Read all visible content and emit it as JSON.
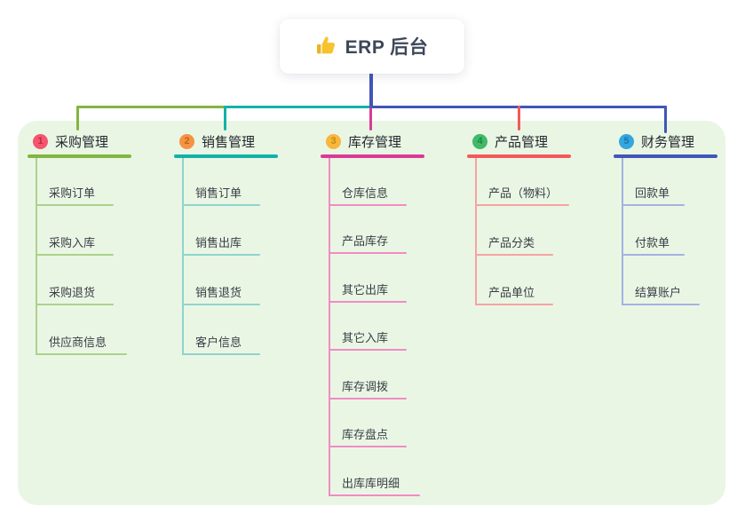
{
  "root": {
    "title": "ERP 后台",
    "icon": "thumbs-up-icon"
  },
  "branches": [
    {
      "badge": "1",
      "label": "采购管理",
      "badge_color": "#f4566e",
      "badge_text_color": "#c22947",
      "line_color": "#82b541",
      "child_line_color": "#abd28c",
      "items": [
        "采购订单",
        "采购入库",
        "采购退货",
        "供应商信息"
      ]
    },
    {
      "badge": "2",
      "label": "销售管理",
      "badge_color": "#f69243",
      "badge_text_color": "#c26414",
      "line_color": "#12b2a8",
      "child_line_color": "#8fd4cd",
      "items": [
        "销售订单",
        "销售出库",
        "销售退货",
        "客户信息"
      ]
    },
    {
      "badge": "3",
      "label": "库存管理",
      "badge_color": "#f8b63c",
      "badge_text_color": "#c68a10",
      "line_color": "#da3a95",
      "child_line_color": "#f08cc4",
      "items": [
        "仓库信息",
        "产品库存",
        "其它出库",
        "其它入库",
        "库存调拨",
        "库存盘点",
        "出库库明细"
      ]
    },
    {
      "badge": "4",
      "label": "产品管理",
      "badge_color": "#41b968",
      "badge_text_color": "#1e8746",
      "line_color": "#f25a5a",
      "child_line_color": "#f6a3a3",
      "items": [
        "产品（物料）",
        "产品分类",
        "产品单位"
      ]
    },
    {
      "badge": "5",
      "label": "财务管理",
      "badge_color": "#35a6de",
      "badge_text_color": "#1b77ab",
      "line_color": "#4156b8",
      "child_line_color": "#a3b2e0",
      "items": [
        "回款单",
        "付款单",
        "结算账户"
      ]
    }
  ],
  "colors": {
    "panel_background": "#eaf6e4",
    "page_background": "#ffffff",
    "root_trunk": "#4156b8",
    "root_text": "#3d4758",
    "branch_text": "#23282f",
    "child_text": "#383e46",
    "thumb_yellow": "#f7c32d"
  }
}
